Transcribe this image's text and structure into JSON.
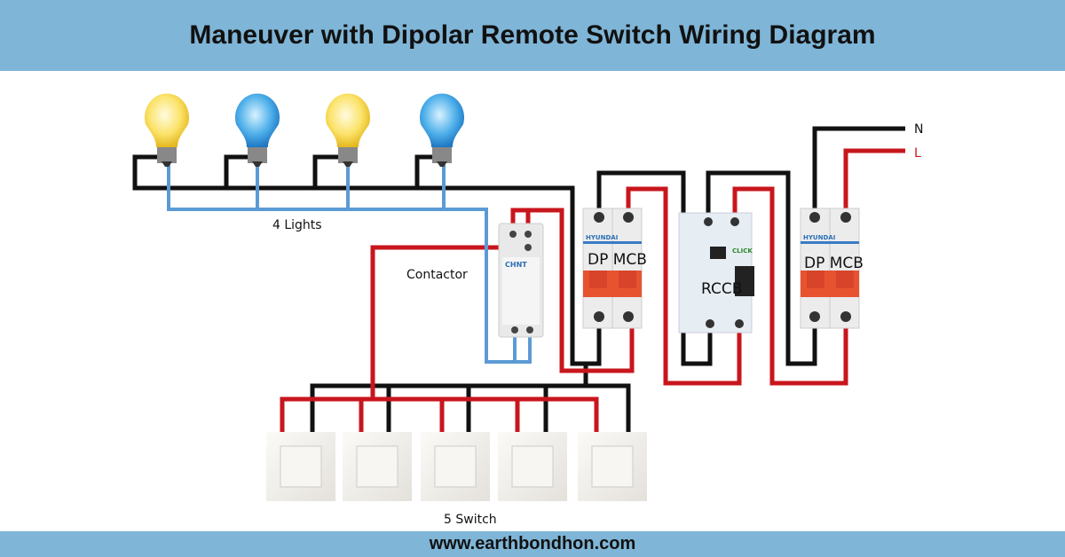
{
  "title": "Maneuver with Dipolar Remote Switch Wiring Diagram",
  "footer": "www.earthbondhon.com",
  "labels": {
    "lights": "4 Lights",
    "contactor": "Contactor",
    "mcb1": "DP MCB",
    "rccb": "RCCB",
    "mcb2": "DP MCB",
    "switches": "5 Switch",
    "neutral": "N",
    "live": "L"
  },
  "colors": {
    "header": "#7fb5d7",
    "live_wire": "#c8161d",
    "neutral_wire": "#111111",
    "lamp_wire": "#5b9bd5",
    "breaker_handle": "#e8532f"
  }
}
